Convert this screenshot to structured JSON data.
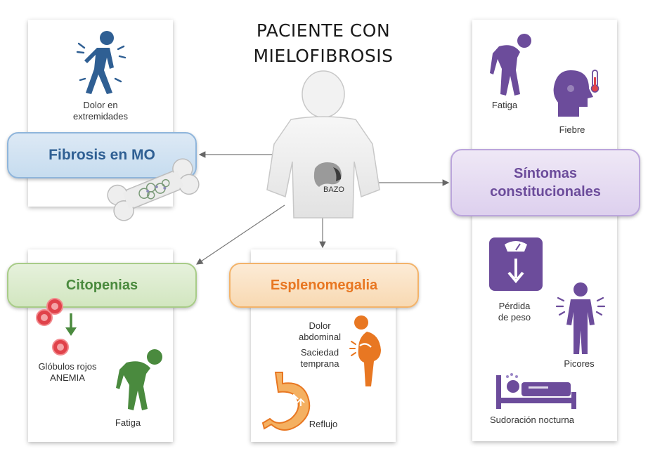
{
  "title": {
    "line1": "PACIENTE CON",
    "line2": "MIELOFIBROSIS"
  },
  "center": {
    "organ_label": "BAZO"
  },
  "fibrosis": {
    "heading": "Fibrosis en MO",
    "pain_label": "Dolor en extremidades"
  },
  "citopenias": {
    "heading": "Citopenias",
    "cells_label_1": "Glóbulos rojos",
    "cells_label_2": "ANEMIA",
    "fatigue_label": "Fatiga"
  },
  "esplenomegalia": {
    "heading": "Esplenomegalia",
    "pain_label_1": "Dolor",
    "pain_label_2": "abdominal",
    "satiety_label_1": "Saciedad",
    "satiety_label_2": "temprana",
    "reflux_label": "Reflujo"
  },
  "constitucionales": {
    "heading_1": "Síntomas",
    "heading_2": "constitucionales",
    "fatigue_label": "Fatiga",
    "fever_label": "Fiebre",
    "weight_label_1": "Pérdida",
    "weight_label_2": "de peso",
    "itch_label": "Picores",
    "sweat_label": "Sudoración nocturna"
  },
  "colors": {
    "blue": "#2f5f93",
    "green": "#4a8a3e",
    "orange": "#e87722",
    "purple": "#6c4c9b",
    "red": "#e0424a"
  }
}
